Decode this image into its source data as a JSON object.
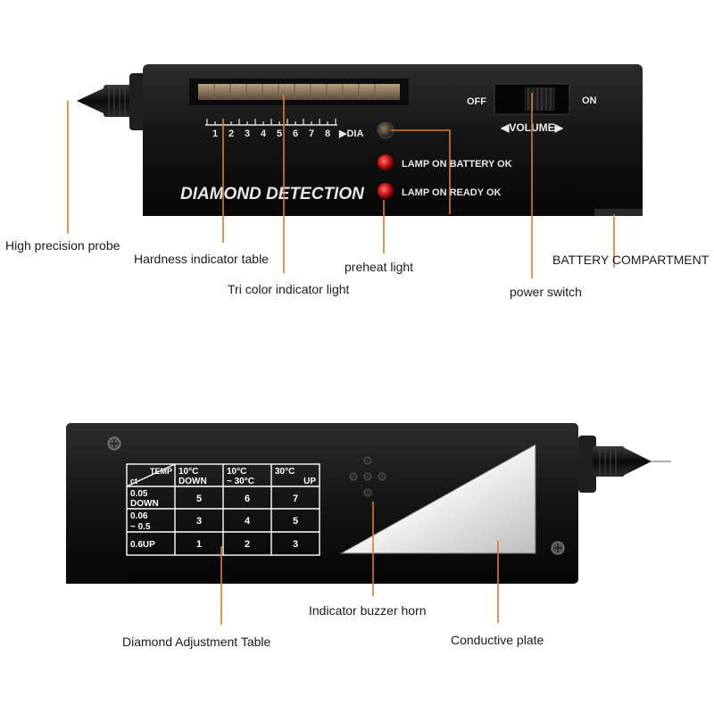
{
  "colors": {
    "leader": "#e07a2a",
    "device_body": "#141414",
    "red_led": "#d81a1a",
    "label_text": "#1a1a1a"
  },
  "front_device": {
    "scale_numbers": [
      "1",
      "2",
      "3",
      "4",
      "5",
      "6",
      "7",
      "8"
    ],
    "scale_end": "▶DIA",
    "switch_off": "OFF",
    "switch_on": "ON",
    "volume_label": "◀VOLUME▶",
    "lamp_battery": "LAMP ON BATTERY OK",
    "lamp_ready": "LAMP ON READY OK",
    "brand": "DIAMOND DETECTION"
  },
  "back_device": {
    "table": {
      "corner_top": "TEMP",
      "corner_bottom": "ct",
      "col_headers": [
        {
          "line1": "10°C",
          "line2": "DOWN"
        },
        {
          "line1": "10°C",
          "line2": "~ 30°C"
        },
        {
          "line1": "30°C",
          "line2": "UP"
        }
      ],
      "rows": [
        {
          "line1": "0.05",
          "line2": "DOWN",
          "values": [
            "5",
            "6",
            "7"
          ]
        },
        {
          "line1": "0.06",
          "line2": "~ 0.5",
          "values": [
            "3",
            "4",
            "5"
          ]
        },
        {
          "line1": "0.6UP",
          "line2": "",
          "values": [
            "1",
            "2",
            "3"
          ]
        }
      ]
    }
  },
  "labels": {
    "probe": "High precision probe",
    "hardness_table": "Hardness indicator table",
    "tri_color": "Tri color indicator light",
    "preheat": "preheat light",
    "battery": "BATTERY COMPARTMENT",
    "power_switch": "power switch",
    "buzzer": "Indicator buzzer horn",
    "adjustment_table": "Diamond Adjustment Table",
    "conductive_plate": "Conductive plate"
  }
}
